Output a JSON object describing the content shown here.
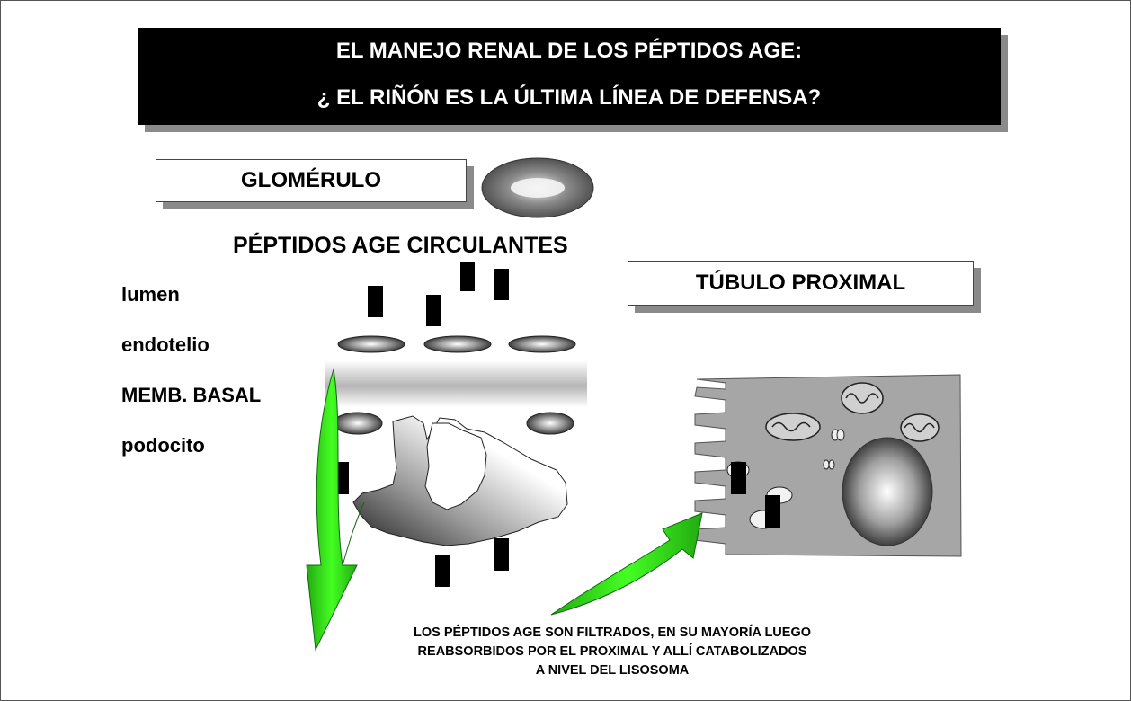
{
  "title": {
    "line1": "EL MANEJO RENAL DE LOS PÉPTIDOS AGE:",
    "line2": "¿ EL RIÑÓN ES LA ÚLTIMA LÍNEA DE DEFENSA?"
  },
  "labels": {
    "glomerulo": "GLOMÉRULO",
    "tubulo": "TÚBULO PROXIMAL",
    "peptidos": "PÉPTIDOS AGE CIRCULANTES"
  },
  "layers": [
    "lumen",
    "endotelio",
    "MEMB. BASAL",
    "podocito"
  ],
  "caption": [
    "LOS PÉPTIDOS AGE SON FILTRADOS, EN SU MAYORÍA LUEGO",
    "REABSORBIDOS POR EL PROXIMAL Y ALLÍ CATABOLIZADOS",
    "A NIVEL DEL LISOSOMA"
  ],
  "colors": {
    "arrow": "#33ee22",
    "title_bg": "#000000",
    "shadow": "#8a8a8a"
  }
}
